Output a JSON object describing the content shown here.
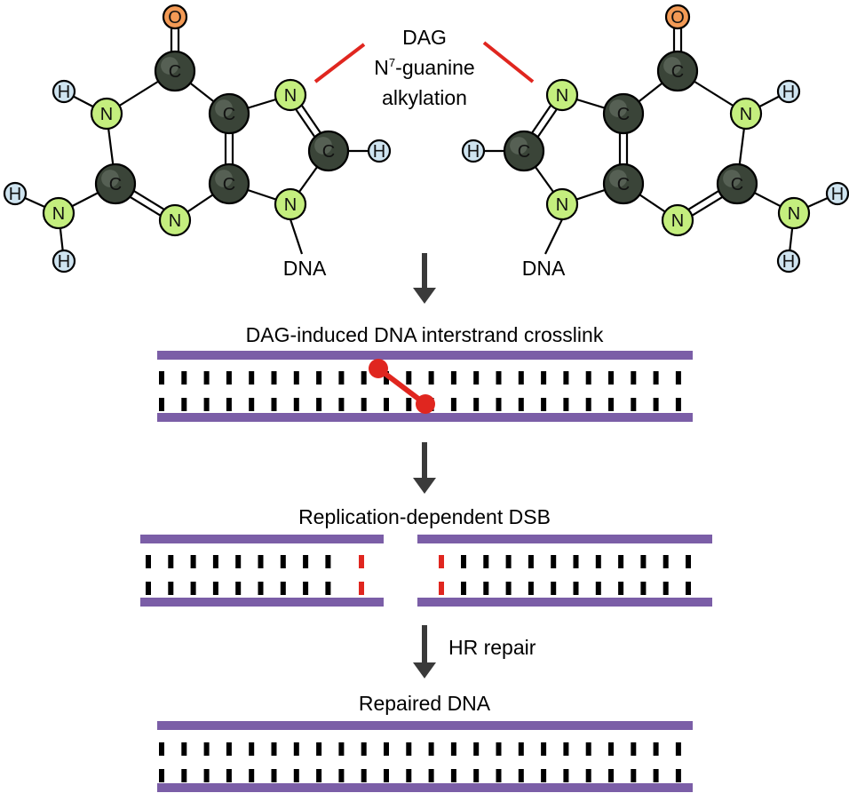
{
  "labels": {
    "crosslinker_line1": "DAG",
    "crosslinker_line2_base": "N",
    "crosslinker_line2_superscript": "7",
    "crosslinker_line2_rest": "-guanine",
    "crosslinker_line3": "alkylation",
    "dna_left": "DNA",
    "dna_right": "DNA",
    "step1": "DAG-induced DNA interstrand crosslink",
    "step2": "Replication-dependent DSB",
    "step2_repair": "HR repair",
    "step3": "Repaired DNA"
  },
  "atoms": {
    "carbon": "C",
    "nitrogen": "N",
    "oxygen": "O",
    "hydrogen": "H"
  },
  "colors": {
    "carbon": "#3a4438",
    "nitrogen": "#c4ee7e",
    "oxygen": "#f39a55",
    "hydrogen": "#cfe4f0",
    "strand": "#7b5ea7",
    "crosslink": "#e0261f",
    "arrow": "#3a3a3a",
    "base_pair": "#000000"
  }
}
